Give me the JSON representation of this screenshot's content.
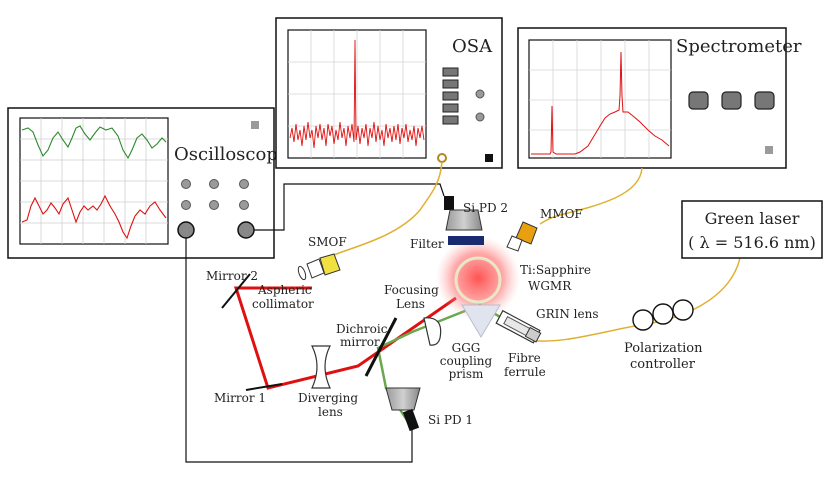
{
  "instruments": {
    "oscilloscope": "Oscilloscope",
    "osa": "OSA",
    "spectrometer": "Spectrometer"
  },
  "laser": {
    "line1": "Green laser",
    "line2": "( λ = 516.6 nm)"
  },
  "components": {
    "si_pd2": "Si PD 2",
    "filter": "Filter",
    "mmof": "MMOF",
    "smof": "SMOF",
    "wgmr_line1": "Ti:Sapphire",
    "wgmr_line2": "WGMR",
    "mirror2": "Mirror 2",
    "aspheric_line1": "Aspheric",
    "aspheric_line2": "collimator",
    "focusing_line1": "Focusing",
    "focusing_line2": "Lens",
    "grin": "GRIN lens",
    "dichroic_line1": "Dichroic",
    "dichroic_line2": "mirror",
    "ggg_line1": "GGG",
    "ggg_line2": "coupling",
    "ggg_line3": "prism",
    "fibre_line1": "Fibre",
    "fibre_line2": "ferrule",
    "polarization_line1": "Polarization",
    "polarization_line2": "controller",
    "mirror1": "Mirror 1",
    "diverging_line1": "Diverging",
    "diverging_line2": "lens",
    "si_pd1": "Si PD 1"
  },
  "colors": {
    "red_beam": "#e01010",
    "green_beam": "#6aa84f",
    "fiber": "#e0b030",
    "pd2_label": "#e01010",
    "pd1_label": "#6aa84f"
  }
}
